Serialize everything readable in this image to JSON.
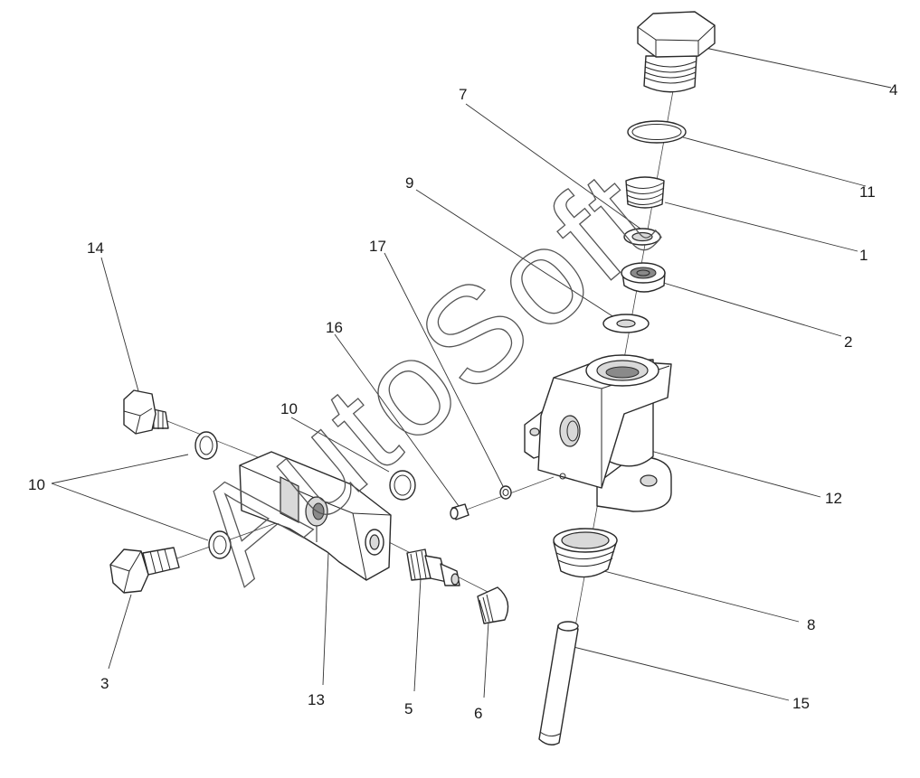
{
  "watermark": "AutoSoft",
  "callouts": [
    {
      "id": "1",
      "text": "1"
    },
    {
      "id": "2",
      "text": "2"
    },
    {
      "id": "3",
      "text": "3"
    },
    {
      "id": "4",
      "text": "4"
    },
    {
      "id": "5",
      "text": "5"
    },
    {
      "id": "6",
      "text": "6"
    },
    {
      "id": "7",
      "text": "7"
    },
    {
      "id": "8",
      "text": "8"
    },
    {
      "id": "9",
      "text": "9"
    },
    {
      "id": "10a",
      "text": "10"
    },
    {
      "id": "10b",
      "text": "10"
    },
    {
      "id": "11",
      "text": "11"
    },
    {
      "id": "12",
      "text": "12"
    },
    {
      "id": "13",
      "text": "13"
    },
    {
      "id": "14",
      "text": "14"
    },
    {
      "id": "15",
      "text": "15"
    },
    {
      "id": "16",
      "text": "16"
    },
    {
      "id": "17",
      "text": "17"
    }
  ]
}
